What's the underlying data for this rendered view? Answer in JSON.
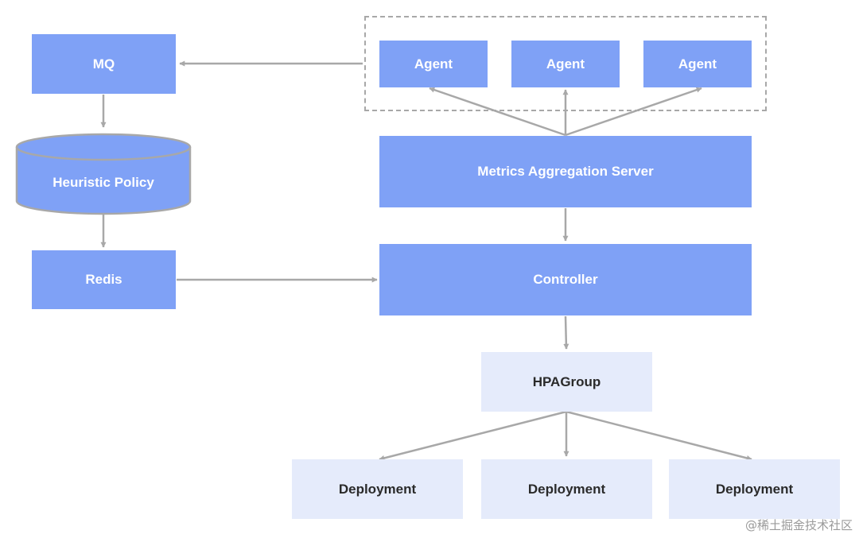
{
  "nodes": {
    "mq": "MQ",
    "heuristic_policy": "Heuristic Policy",
    "redis": "Redis",
    "agents": [
      "Agent",
      "Agent",
      "Agent"
    ],
    "metrics_server": "Metrics Aggregation Server",
    "controller": "Controller",
    "hpagroup": "HPAGroup",
    "deployments": [
      "Deployment",
      "Deployment",
      "Deployment"
    ]
  },
  "colors": {
    "node_dark": "#7fa1f6",
    "node_light": "#e5ebfb",
    "arrow": "#a8a8a8"
  },
  "watermark": "@稀土掘金技术社区"
}
